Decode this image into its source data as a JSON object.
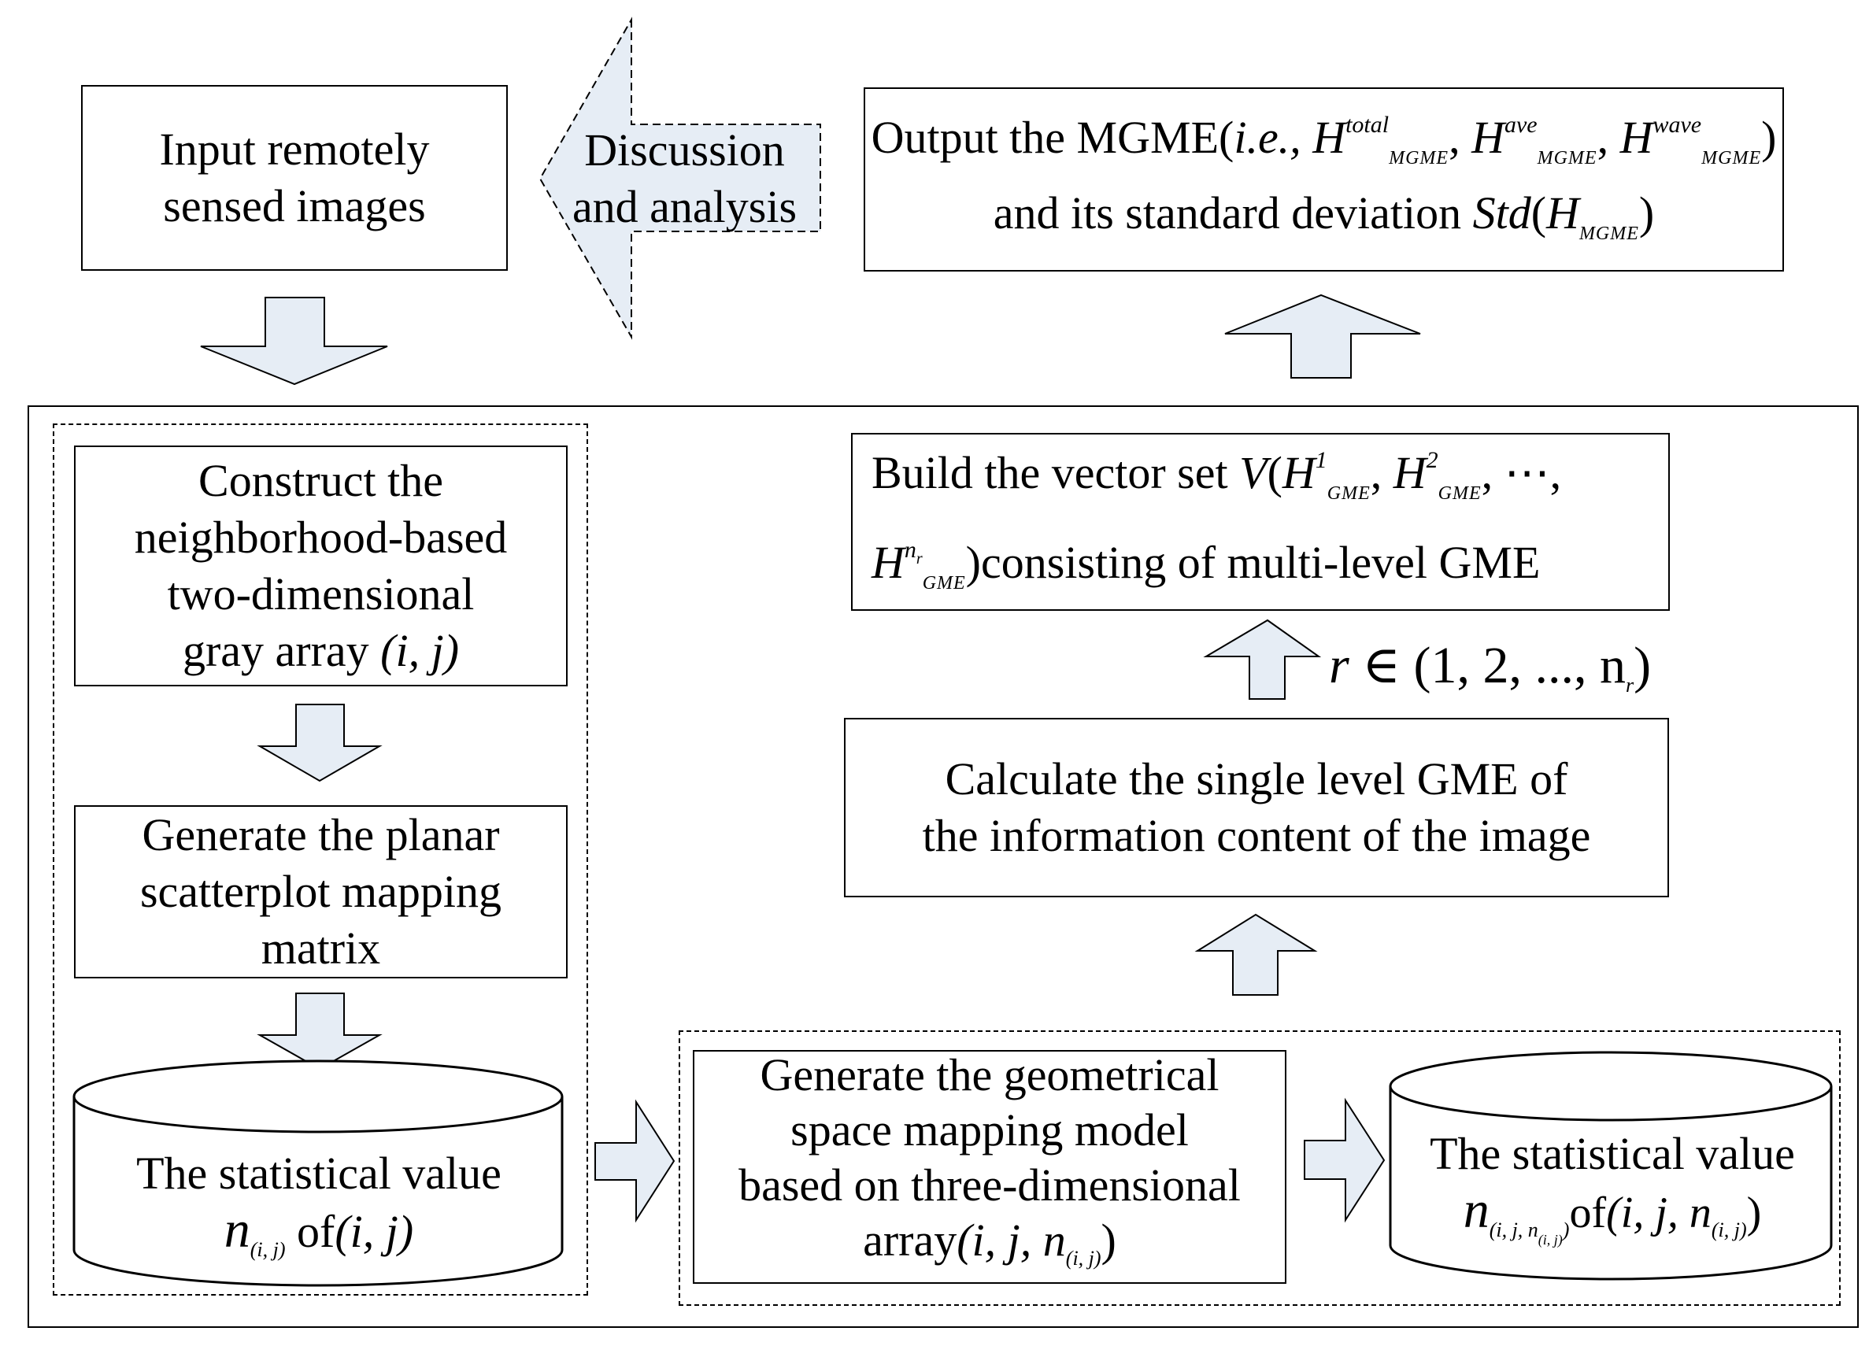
{
  "colors": {
    "arrow_fill": "#e6edf5",
    "stroke": "#000000",
    "background": "#ffffff"
  },
  "nodes": {
    "input": [
      "Input remotely",
      "sensed images"
    ],
    "discussion": [
      "Discussion",
      "and analysis"
    ],
    "output": {
      "line1_prefix": "Output the MGME",
      "ie": "i.e.,",
      "H": "H",
      "sup_total": "total",
      "sup_ave": "ave",
      "sup_wave": "wave",
      "sub_mgme": "MGME",
      "line2_prefix": "and its standard deviation",
      "std": "Std"
    },
    "construct": [
      "Construct the",
      "neighborhood-based",
      "two-dimensional",
      "gray array"
    ],
    "construct_math": "(i, j)",
    "planar": [
      "Generate the planar",
      "scatterplot mapping",
      "matrix"
    ],
    "stat2d": {
      "title": "The statistical value",
      "n": "n",
      "n_sub": "(i, j)",
      "of": "of",
      "tuple": "(i, j)"
    },
    "geometric": [
      "Generate the geometrical",
      "space mapping model",
      "based on three-dimensional",
      "array"
    ],
    "geometric_math": {
      "ij": "(i, j, n",
      "sub": "(i, j)",
      "close": ")"
    },
    "stat3d": {
      "title": "The statistical value",
      "n": "n",
      "n_sub": "(i, j, n",
      "n_sub2": "(i, j)",
      "n_sub_close": ")",
      "of": "of",
      "tuple_open": "(i, j, n",
      "tuple_sub": "(i, j)",
      "tuple_close": ")"
    },
    "single_level": [
      "Calculate the single level GME of",
      "the information content of  the image"
    ],
    "vector_set": {
      "prefix": "Build the vector set",
      "V": "V",
      "H": "H",
      "sup1": "1",
      "sup2": "2",
      "subGME": "GME",
      "dots": "⋯",
      "supnr": "n",
      "supnr_sub": "r",
      "suffix": "consisting of multi-level GME"
    },
    "range": {
      "r": "r",
      "in": "∈",
      "set": "(1, 2, ..., n",
      "set_sub": "r",
      "close": ")"
    }
  }
}
